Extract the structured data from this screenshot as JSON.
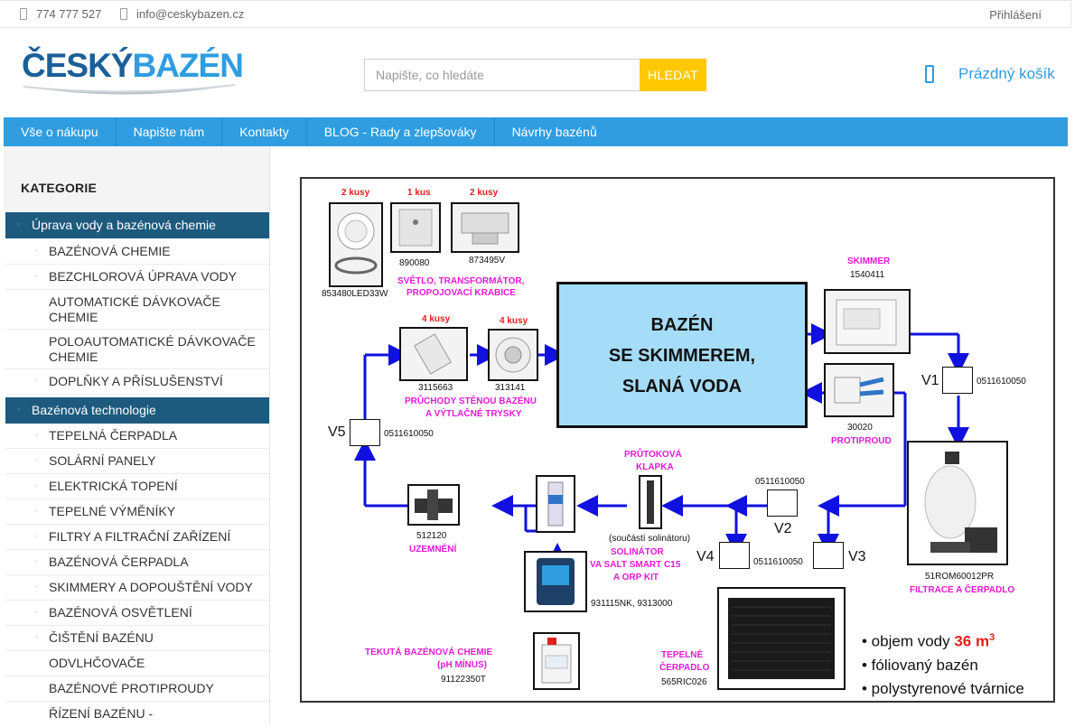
{
  "topbar": {
    "phone": "774 777 527",
    "email": "info@ceskybazen.cz",
    "login": "Přihlášení"
  },
  "logo": {
    "part1": "ČESKÝ",
    "part2": "BAZÉN"
  },
  "search": {
    "placeholder": "Napište, co hledáte",
    "button": "HLEDAT"
  },
  "cart": {
    "label": "Prázdný košík"
  },
  "nav": [
    "Vše o nákupu",
    "Napište nám",
    "Kontakty",
    "BLOG - Rady a zlepšováky",
    "Návrhy bazénů"
  ],
  "sidebar": {
    "title": "KATEGORIE",
    "cat1": "Úprava vody a bazénová chemie",
    "cat1_items": [
      "BAZÉNOVÁ CHEMIE",
      "BEZCHLOROVÁ ÚPRAVA VODY",
      "AUTOMATICKÉ DÁVKOVAČE CHEMIE",
      "POLOAUTOMATICKÉ DÁVKOVAČE CHEMIE",
      "DOPLŇKY A PŘÍSLUŠENSTVÍ"
    ],
    "cat2": "Bazénová technologie",
    "cat2_items": [
      "TEPELNÁ ČERPADLA",
      "SOLÁRNÍ PANELY",
      "ELEKTRICKÁ TOPENÍ",
      "TEPELNÉ VÝMĚNÍKY",
      "FILTRY A FILTRAČNÍ ZAŘÍZENÍ",
      "BAZÉNOVÁ ČERPADLA",
      "SKIMMERY A DOPOUŠTĚNÍ VODY",
      "BAZÉNOVÁ OSVĚTLENÍ",
      "ČIŠTĚNÍ BAZÉNU",
      "ODVLHČOVAČE",
      "BAZÉNOVÉ PROTIPROUDY",
      "ŘÍZENÍ BAZÉNU -"
    ]
  },
  "diagram": {
    "pool": [
      "BAZÉN",
      "SE SKIMMEREM,",
      "SLANÁ VODA"
    ],
    "qty_light": "2 kusy",
    "qty_trafo": "1 kus",
    "qty_box": "2 kusy",
    "code_light": "853480LED33W",
    "code_trafo": "890080",
    "code_box": "873495V",
    "lbl_light": "SVĚTLO, TRANSFORMÁTOR,",
    "lbl_light2": "PROPOJOVACÍ KRABICE",
    "qty_pass": "4 kusy",
    "qty_nozzle": "4 kusy",
    "code_pass": "3115663",
    "code_nozzle": "313141",
    "lbl_pass": "PRŮCHODY STĚNOU BAZÉNU",
    "lbl_pass2": "A VÝTLAČNÉ TRYSKY",
    "skimmer": "SKIMMER",
    "code_skimmer": "1540411",
    "code_counter": "30020",
    "lbl_counter": "PROTIPROUD",
    "valve_code": "0511610050",
    "v1": "V1",
    "v2": "V2",
    "v3": "V3",
    "v4": "V4",
    "v5": "V5",
    "flow_label": "PRŮTOKOVÁ",
    "flow_label2": "KLAPKA",
    "flow_note": "(součástí solinátoru)",
    "code_earth": "512120",
    "lbl_earth": "UZEMNĚNÍ",
    "solinator": "SOLINÁTOR",
    "solinator2": "VA SALT SMART C15",
    "solinator3": "A ORP KIT",
    "code_solinator": "931115NK, 9313000",
    "code_filter": "51ROM60012PR",
    "lbl_filter": "FILTRACE A ČERPADLO",
    "chem": "TEKUTÁ BAZÉNOVÁ CHEMIE",
    "chem2": "(pH MÍNUS)",
    "code_chem": "91122350T",
    "heat": "TEPELNÉ",
    "heat2": "ČERPADLO",
    "code_heat": "565RIC026",
    "bullet1_pre": "• objem vody",
    "bullet1_num": "36 m",
    "bullet1_sup": "3",
    "bullet2": "• fóliovaný bazén",
    "bullet3": "• polystyrenové tvárnice"
  },
  "colors": {
    "accent": "#2f9de0",
    "category": "#1d5a7e",
    "search_button": "#ffc800",
    "pool": "#a5dcf8",
    "pipe": "#1010e0",
    "magenta": "#e21ad4",
    "red": "#e0201b"
  }
}
